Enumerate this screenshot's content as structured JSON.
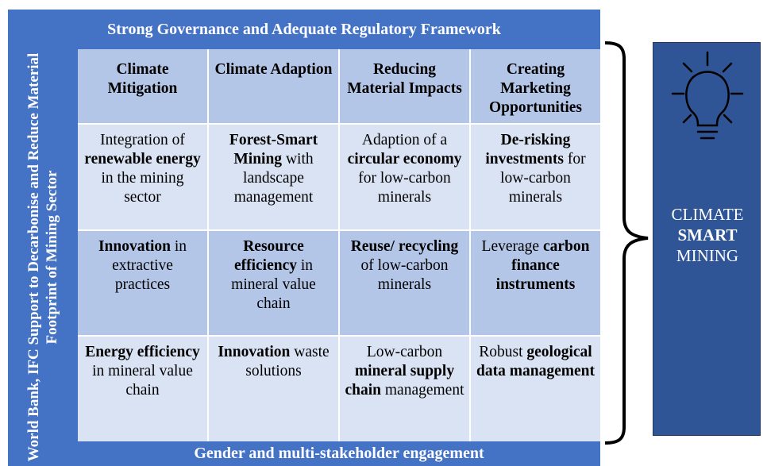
{
  "top_band": "Strong Governance and Adequate Regulatory Framework",
  "bottom_band": "Gender and multi-stakeholder engagement",
  "left_band": "World Bank, IFC Support to Decarbonise and Reduce Material Footprint of Mining Sector",
  "headers": [
    "Climate Mitigation",
    "Climate Adaption",
    "Reducing Material Impacts",
    "Creating Marketing Opportunities"
  ],
  "rows": [
    [
      [
        {
          "t": "Integration of ",
          "b": false
        },
        {
          "t": "renewable energy",
          "b": true
        },
        {
          "t": " in the mining sector",
          "b": false
        }
      ],
      [
        {
          "t": "Forest-Smart Mining",
          "b": true
        },
        {
          "t": " with landscape management",
          "b": false
        }
      ],
      [
        {
          "t": "Adaption of a ",
          "b": false
        },
        {
          "t": "circular economy",
          "b": true
        },
        {
          "t": " for low-carbon minerals",
          "b": false
        }
      ],
      [
        {
          "t": "De-risking investments",
          "b": true
        },
        {
          "t": " for low-carbon minerals",
          "b": false
        }
      ]
    ],
    [
      [
        {
          "t": "Innovation",
          "b": true
        },
        {
          "t": " in extractive practices",
          "b": false
        }
      ],
      [
        {
          "t": "Resource efficiency",
          "b": true
        },
        {
          "t": " in mineral value chain",
          "b": false
        }
      ],
      [
        {
          "t": "Reuse/ recycling",
          "b": true
        },
        {
          "t": " of low-carbon minerals",
          "b": false
        }
      ],
      [
        {
          "t": "Leverage ",
          "b": false
        },
        {
          "t": "carbon finance instruments",
          "b": true
        }
      ]
    ],
    [
      [
        {
          "t": "Energy efficiency",
          "b": true
        },
        {
          "t": " in mineral value chain",
          "b": false
        }
      ],
      [
        {
          "t": "Innovation",
          "b": true
        },
        {
          "t": " waste solutions",
          "b": false
        }
      ],
      [
        {
          "t": "Low-carbon ",
          "b": false
        },
        {
          "t": "mineral supply chain",
          "b": true
        },
        {
          "t": " management",
          "b": false
        }
      ],
      [
        {
          "t": "Robust ",
          "b": false
        },
        {
          "t": "geological data management",
          "b": true
        }
      ]
    ]
  ],
  "right_box": {
    "line1": "CLIMATE",
    "line2": "SMART",
    "line3": "MINING"
  },
  "icon": "lightbulb-icon"
}
